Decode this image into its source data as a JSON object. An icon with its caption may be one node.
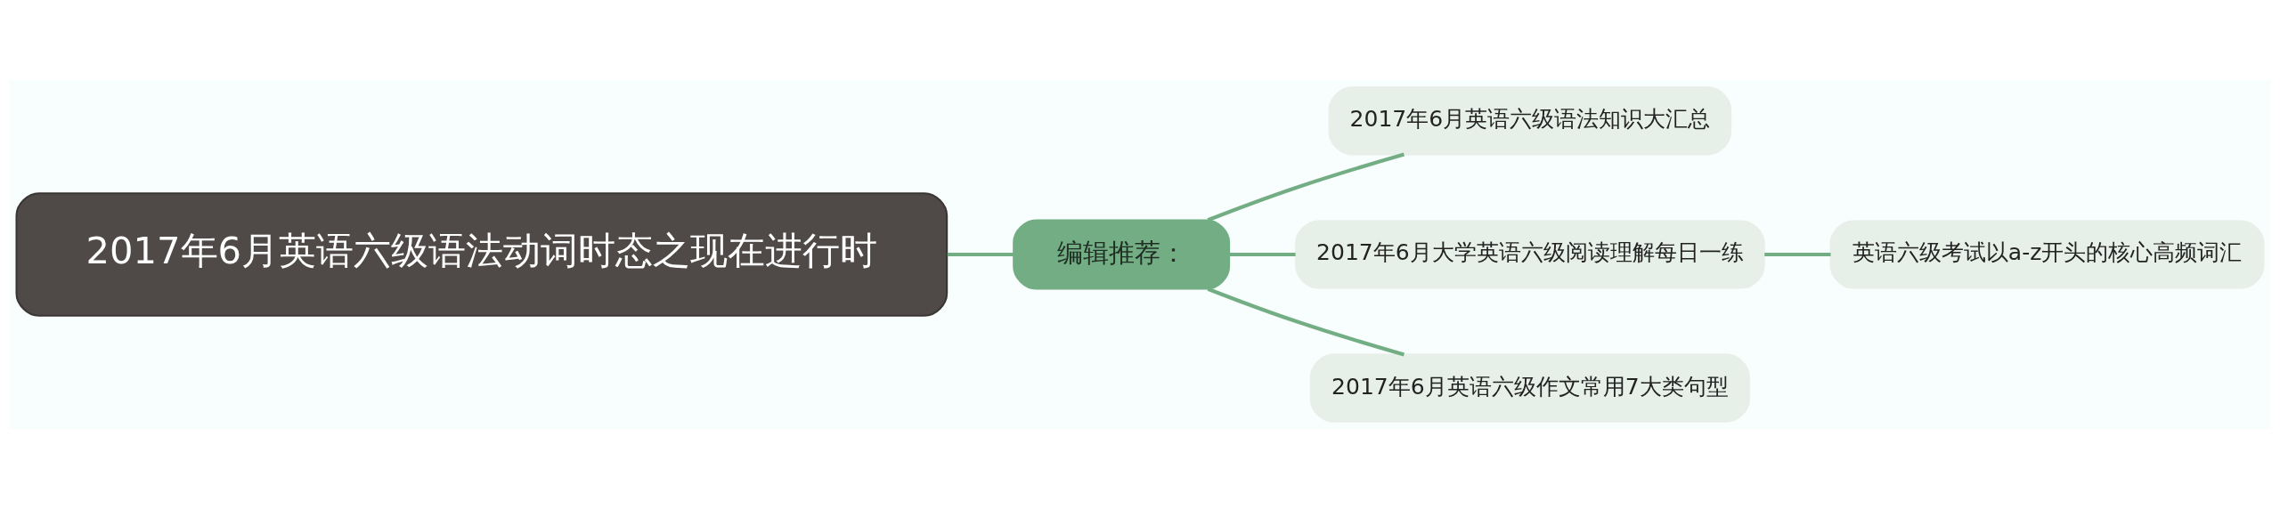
{
  "diagram": {
    "nodes": [
      {
        "text": [
          "2017年6月英语六级语法动词时态之现在进行时"
        ]
      },
      {
        "text": [
          "编辑推荐："
        ]
      },
      {
        "text": [
          "2017年6月英语六级语法知识大汇总"
        ]
      },
      {
        "text": [
          "2017年6月大学英语六级阅读理解每日一练"
        ]
      },
      {
        "text": [
          "2017年6月英语六级作文常用7大类句型"
        ]
      },
      {
        "text": [
          "英语六级考试以a-z开头的核心高频词汇"
        ]
      }
    ],
    "edges": [
      {
        "from": 0,
        "to": 1,
        "arrow": "none"
      },
      {
        "from": 1,
        "to": 2,
        "arrow": "none"
      },
      {
        "from": 1,
        "to": 3,
        "arrow": "none"
      },
      {
        "from": 1,
        "to": 4,
        "arrow": "none"
      },
      {
        "from": 3,
        "to": 5,
        "arrow": "none"
      }
    ]
  }
}
